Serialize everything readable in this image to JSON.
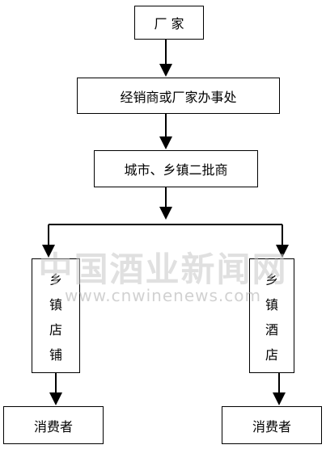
{
  "nodes": {
    "manufacturer": "厂 家",
    "distributor": "经销商或厂家办事处",
    "wholesaler": "城市、乡镇二批商",
    "township_store": [
      "乡",
      "镇",
      "店",
      "铺"
    ],
    "township_bar": [
      "乡",
      "镇",
      "酒",
      "店"
    ],
    "consumer_left": "消费者",
    "consumer_right": "消费者"
  },
  "watermark": {
    "name": "中国酒业新闻网",
    "url": "www.cnwinenews.com"
  }
}
